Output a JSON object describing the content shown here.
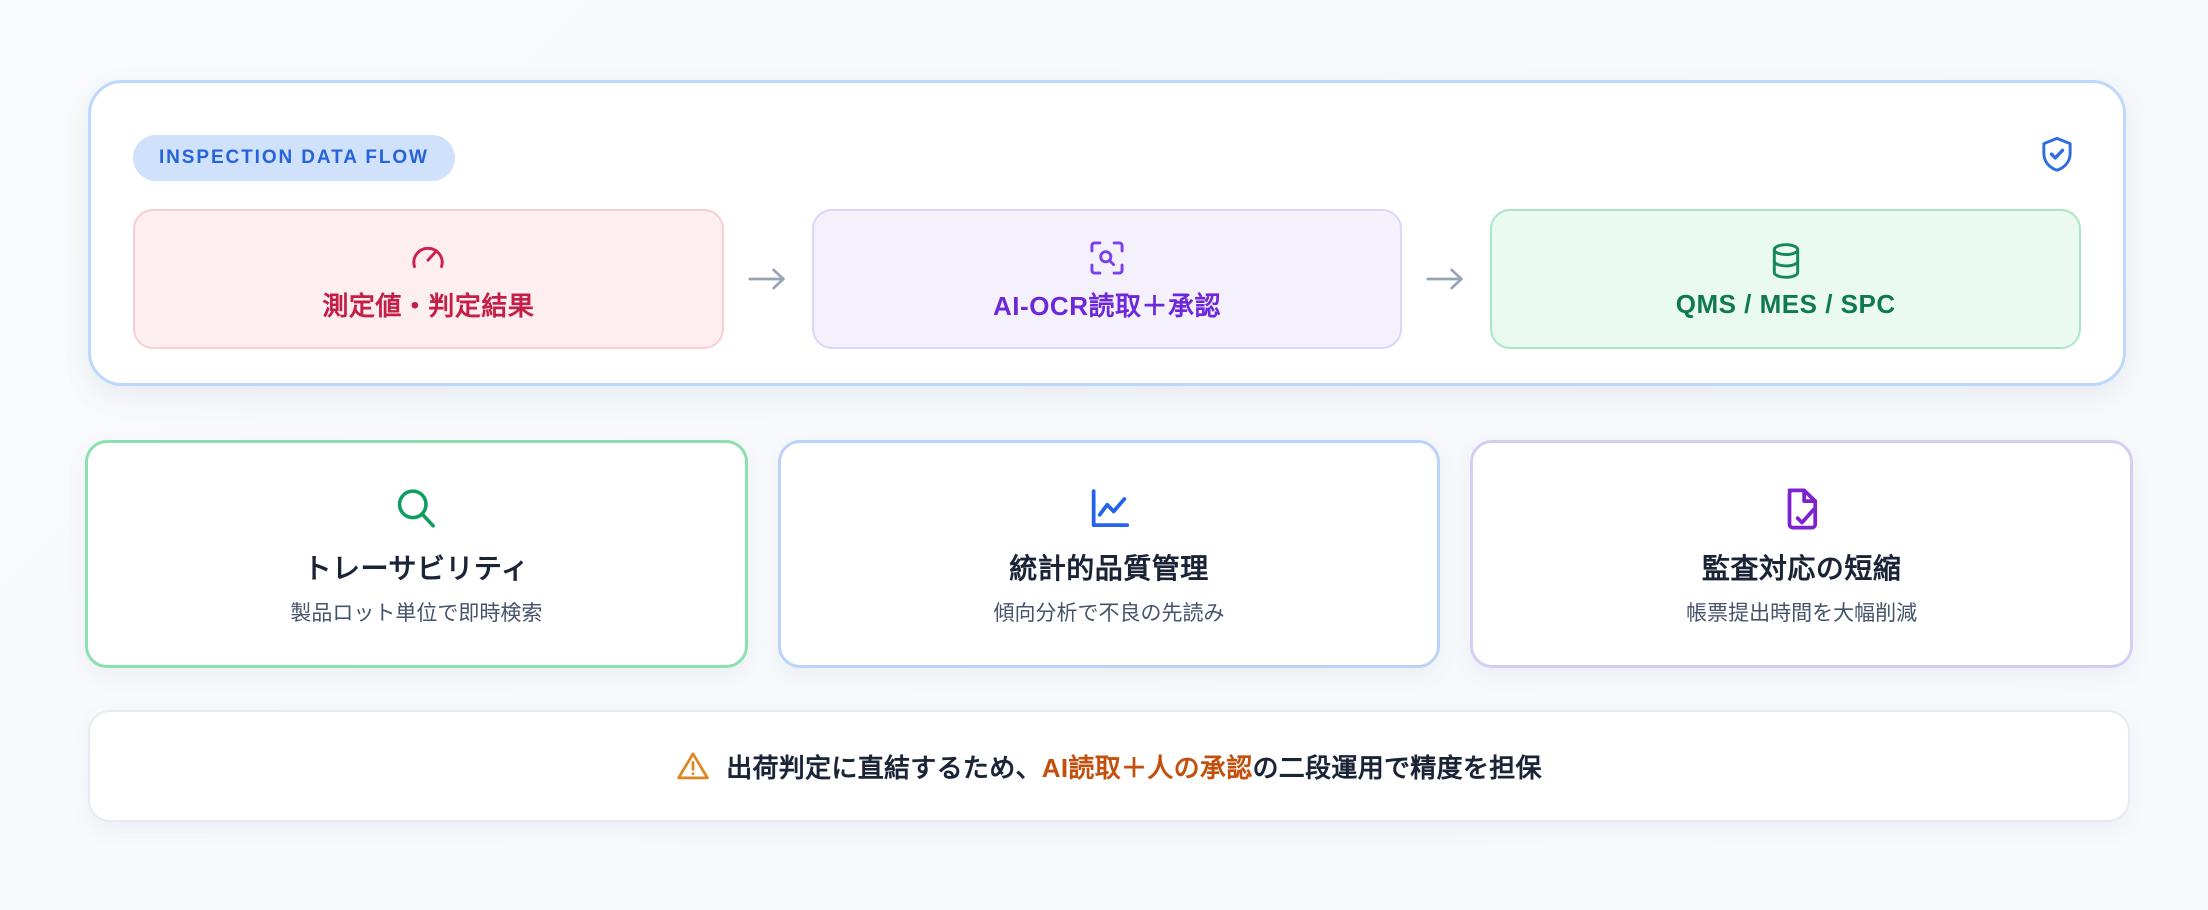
{
  "panel": {
    "badge_label": "INSPECTION DATA FLOW",
    "shield_icon": "shield-check-icon",
    "accent_border": "#bcd8fb",
    "badge_bg": "#cfe1fb",
    "badge_color": "#2563d9"
  },
  "flow": {
    "arrow_glyph": "→",
    "steps": [
      {
        "label": "測定値・判定結果",
        "icon": "gauge-icon",
        "color": "#c31f47",
        "bg": "#fdeef0",
        "border": "#f8cdd4"
      },
      {
        "label": "AI-OCR読取＋承認",
        "icon": "scan-search-icon",
        "color": "#6d28d9",
        "bg": "#f4f1fd",
        "border": "#ddd4f7"
      },
      {
        "label": "QMS / MES / SPC",
        "icon": "database-icon",
        "color": "#0f7a50",
        "bg": "#eafaf1",
        "border": "#a9e7c6"
      }
    ]
  },
  "features": [
    {
      "title": "トレーサビリティ",
      "subtitle": "製品ロット単位で即時検索",
      "icon": "search-icon",
      "color": "#0f9e62",
      "border": "#8be0b0"
    },
    {
      "title": "統計的品質管理",
      "subtitle": "傾向分析で不良の先読み",
      "icon": "line-chart-icon",
      "color": "#2563eb",
      "border": "#bad3f7"
    },
    {
      "title": "監査対応の短縮",
      "subtitle": "帳票提出時間を大幅削減",
      "icon": "document-check-icon",
      "color": "#7c22ce",
      "border": "#d6cdf5"
    }
  ],
  "note": {
    "icon": "warning-triangle-icon",
    "icon_color": "#e08420",
    "text_before": "出荷判定に直結するため、",
    "highlight": "AI読取＋人の承認",
    "text_after": "の二段運用で精度を担保",
    "highlight_color": "#c2500c"
  }
}
